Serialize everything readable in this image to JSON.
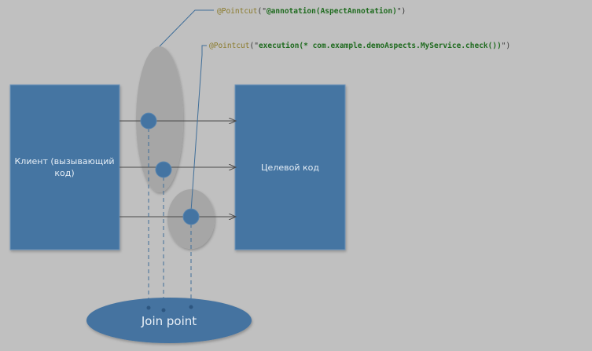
{
  "client_box": {
    "label_line1": "Клиент (вызывающий",
    "label_line2": "код)"
  },
  "target_box": {
    "label": "Целевой код"
  },
  "join_point": {
    "label": "Join point"
  },
  "pointcut_annotation": {
    "keyword": "@Pointcut",
    "open": "(\"",
    "expression": "@annotation(AspectAnnotation)",
    "close": "\")"
  },
  "pointcut_execution": {
    "keyword": "@Pointcut",
    "open": "(\"",
    "expression": "execution(* com.example.demoAspects.MyService.check())",
    "close": "\")"
  },
  "colors": {
    "background": "#c0c0c0",
    "box_fill": "#4474a2",
    "oval_fill": "#a6a6a6",
    "join_point_fill": "#4573a0",
    "keyword_color": "#8a7a2a",
    "expression_color": "#1f6b1f",
    "line_color": "#3f6e99"
  }
}
